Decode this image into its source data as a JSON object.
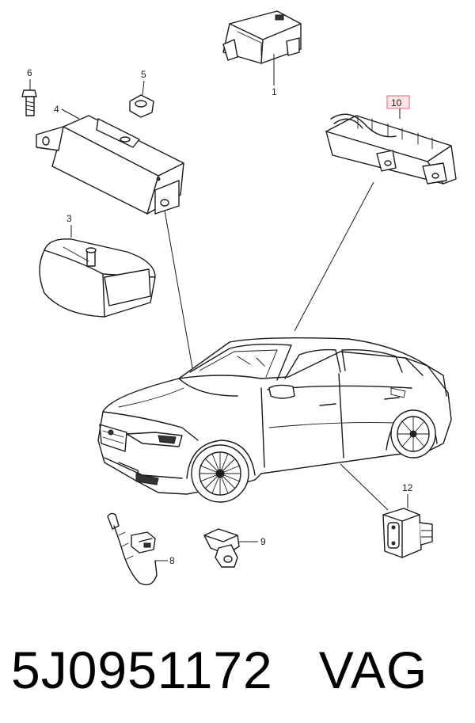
{
  "callouts": [
    {
      "num": "1",
      "highlighted": false
    },
    {
      "num": "3",
      "highlighted": false
    },
    {
      "num": "4",
      "highlighted": false
    },
    {
      "num": "5",
      "highlighted": false
    },
    {
      "num": "6",
      "highlighted": false
    },
    {
      "num": "8",
      "highlighted": false
    },
    {
      "num": "9",
      "highlighted": false
    },
    {
      "num": "10",
      "highlighted": true
    },
    {
      "num": "12",
      "highlighted": false
    }
  ],
  "caption": {
    "part_number": "5J0951172",
    "brand": "VAG"
  },
  "colors": {
    "line": "#1a1a1a",
    "highlight_stroke": "#e36a7a",
    "highlight_fill": "#fbe3e6"
  }
}
